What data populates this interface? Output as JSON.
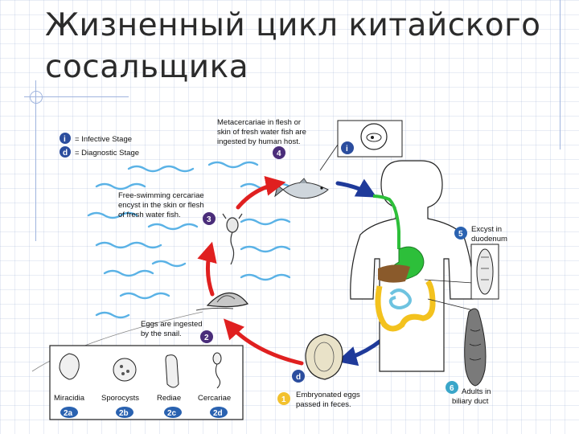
{
  "slide": {
    "title_line1": "Жизненный цикл китайского",
    "title_line2": "сосальщика"
  },
  "legend": {
    "infective_badge": "i",
    "infective_label": "= Infective Stage",
    "diagnostic_badge": "d",
    "diagnostic_label": "= Diagnostic Stage"
  },
  "stages": {
    "s4": {
      "number": "4",
      "lines": [
        "Metacercariae in flesh or",
        "skin of fresh water fish are",
        "ingested by human host."
      ],
      "badge": "i"
    },
    "s3": {
      "number": "3",
      "lines": [
        "Free-swimming cercariae",
        "encyst in the skin or flesh",
        "of fresh water fish."
      ]
    },
    "s5": {
      "number": "5",
      "lines": [
        "Excyst in",
        "duodenum"
      ]
    },
    "s2": {
      "number": "2",
      "lines": [
        "Eggs are ingested",
        "by the snail."
      ]
    },
    "s1": {
      "number": "1",
      "lines": [
        "Embryonated eggs",
        "passed in feces."
      ],
      "badge": "d"
    },
    "s6": {
      "number": "6",
      "lines": [
        "Adults in",
        "biliary duct"
      ]
    }
  },
  "snail_stages": [
    {
      "label": "Miracidia",
      "badge": "2a"
    },
    {
      "label": "Sporocysts",
      "badge": "2b"
    },
    {
      "label": "Rediae",
      "badge": "2c"
    },
    {
      "label": "Cercariae",
      "badge": "2d"
    }
  ],
  "colors": {
    "stage_badge": "#4a2d7a",
    "infective_badge": "#2b4d9e",
    "diagnostic_badge": "#2b4d9e",
    "egg_badge": "#f2c12e",
    "snail_stage_badge": "#2a62b0",
    "adult_badge": "#3aa6c9",
    "red_arrow": "#e02020",
    "blue_arrow": "#1f3a9a",
    "water": "#5ab2e6",
    "gut_green": "#2dbf3a",
    "intestine_yellow": "#f3c21e",
    "intestine_blue": "#6ec3e0",
    "liver_brown": "#8a5a2b"
  }
}
